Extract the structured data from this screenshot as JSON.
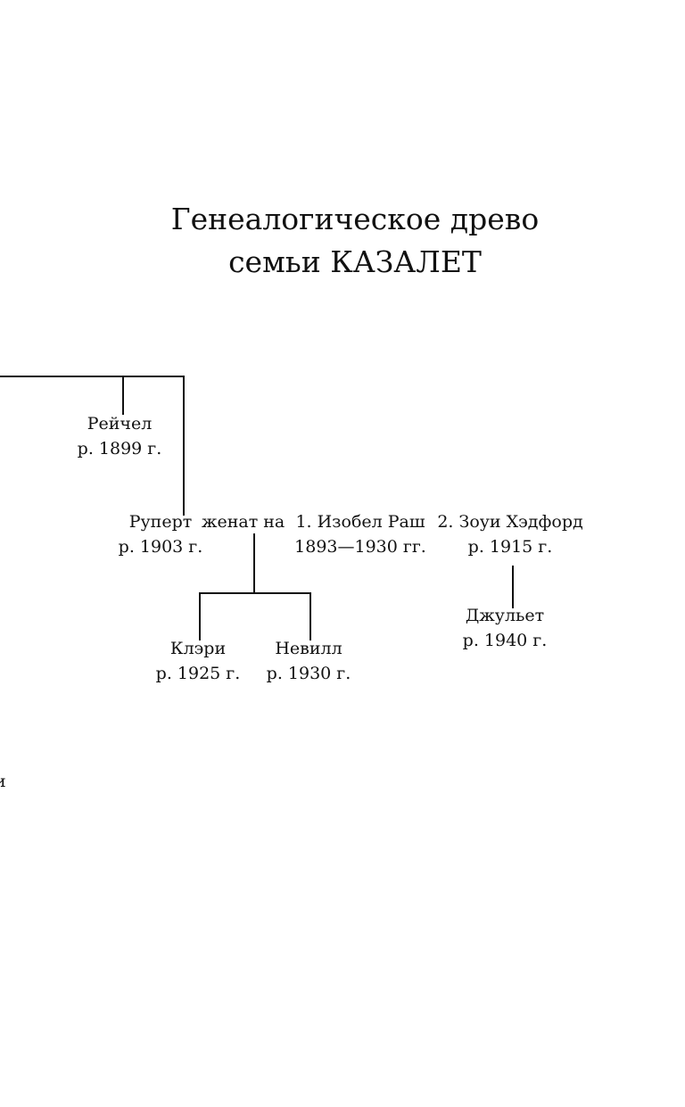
{
  "title": {
    "line1": "Генеалогическое древо",
    "line2": "семьи КАЗАЛЕТ"
  },
  "people": {
    "rachel": {
      "name": "Рейчел",
      "dates": "р. 1899 г."
    },
    "rupert": {
      "name": "Руперт",
      "dates": "р. 1903 г."
    },
    "isobel": {
      "name": "1. Изобел Раш",
      "dates": "1893—1930 гг."
    },
    "zoe": {
      "name": "2. Зоуи Хэдфорд",
      "dates": "р. 1915 г."
    },
    "clary": {
      "name": "Клэри",
      "dates": "р. 1925 г."
    },
    "neville": {
      "name": "Невилл",
      "dates": "р. 1930 г."
    },
    "juliet": {
      "name": "Джульет",
      "dates": "р. 1940 г."
    }
  },
  "relations": {
    "married_to": "женат на"
  },
  "margin_char": "и"
}
